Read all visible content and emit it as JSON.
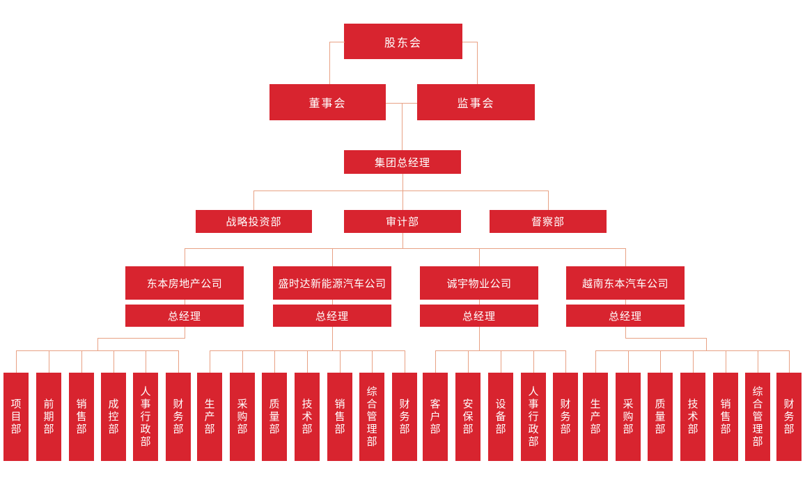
{
  "chart": {
    "type": "org-chart",
    "colors": {
      "box": "#D8242F",
      "line": "#E8A184",
      "text": "#FFFFFF",
      "background": "#FFFFFF"
    },
    "nodes": {
      "shareholders": "股东会",
      "board": "董事会",
      "supervisors": "监事会",
      "group_gm": "集团总经理",
      "strategy_dept": "战略投资部",
      "audit_dept": "审计部",
      "inspection_dept": "督察部",
      "companies": [
        {
          "name": "东本房地产公司",
          "gm": "总经理",
          "departments": [
            "项目部",
            "前期部",
            "销售部",
            "成控部",
            "人事行政部",
            "财务部"
          ]
        },
        {
          "name": "盛时达新能源汽车公司",
          "gm": "总经理",
          "departments": [
            "生产部",
            "采购部",
            "质量部",
            "技术部",
            "销售部",
            "综合管理部",
            "财务部"
          ]
        },
        {
          "name": "诚宇物业公司",
          "gm": "总经理",
          "departments": [
            "客户部",
            "安保部",
            "设备部",
            "人事行政部",
            "财务部"
          ]
        },
        {
          "name": "越南东本汽车公司",
          "gm": "总经理",
          "departments": [
            "生产部",
            "采购部",
            "质量部",
            "技术部",
            "销售部",
            "综合管理部",
            "财务部"
          ]
        }
      ]
    }
  }
}
